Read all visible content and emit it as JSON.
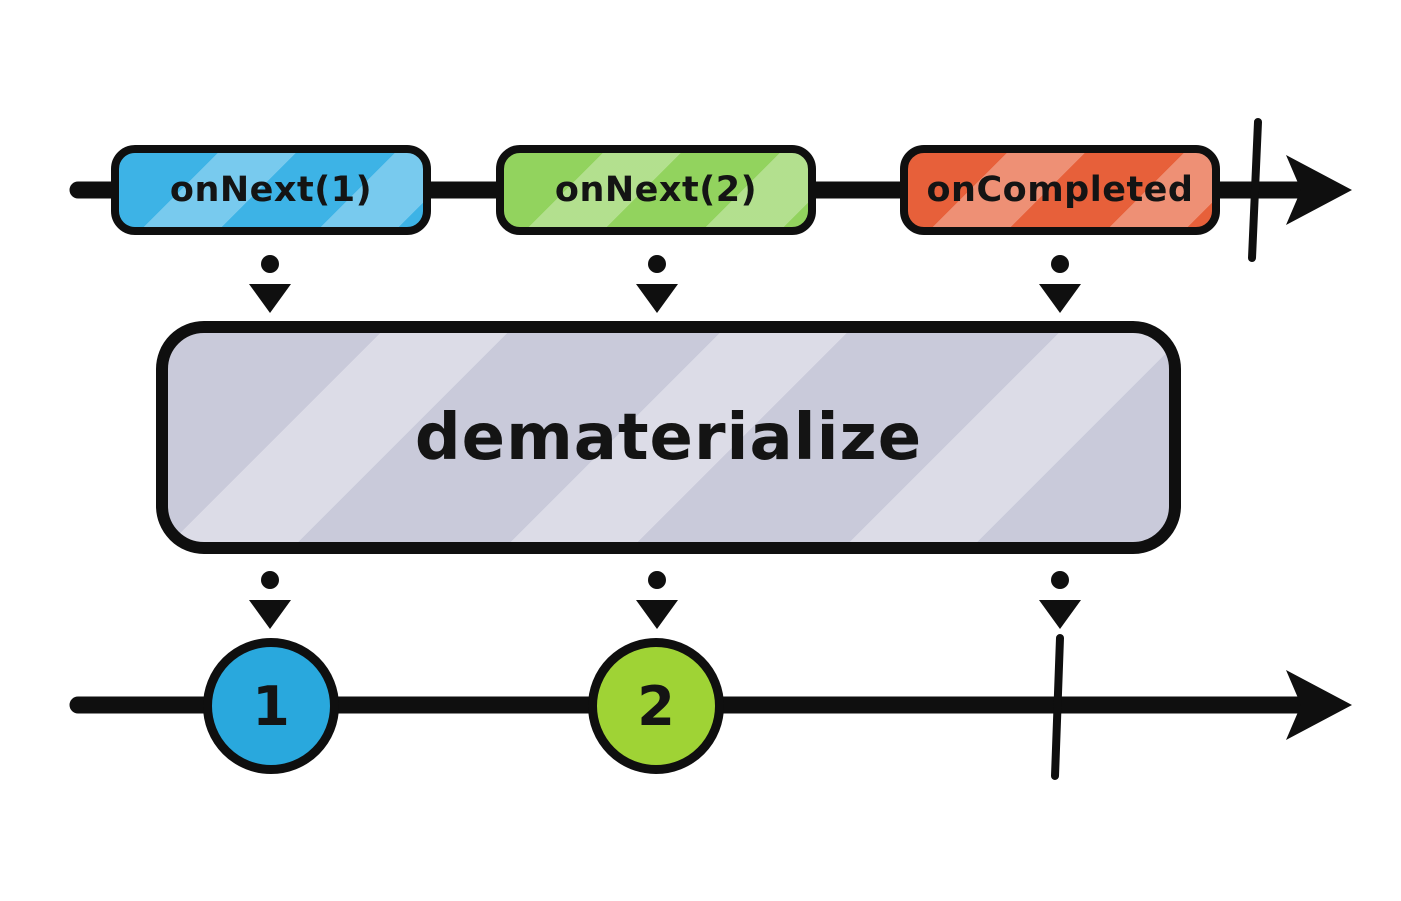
{
  "operator": {
    "label": "dematerialize",
    "fill": "#c9cada"
  },
  "source_timeline": {
    "events": [
      {
        "label": "onNext(1)",
        "color": "#3db3e6",
        "type": "next"
      },
      {
        "label": "onNext(2)",
        "color": "#92d35e",
        "type": "next"
      },
      {
        "label": "onCompleted",
        "color": "#e7603a",
        "type": "completed"
      }
    ],
    "has_completion_tick": true
  },
  "output_timeline": {
    "marbles": [
      {
        "label": "1",
        "color": "#29a8dd"
      },
      {
        "label": "2",
        "color": "#9fd335"
      }
    ],
    "has_completion_tick": true
  },
  "icons": {
    "down_arrow_glyph": "▼",
    "timeline_arrow_glyph": "➤",
    "dot_glyph": "•"
  },
  "colors": {
    "stroke": "#0f0f0f",
    "background": "#ffffff"
  }
}
